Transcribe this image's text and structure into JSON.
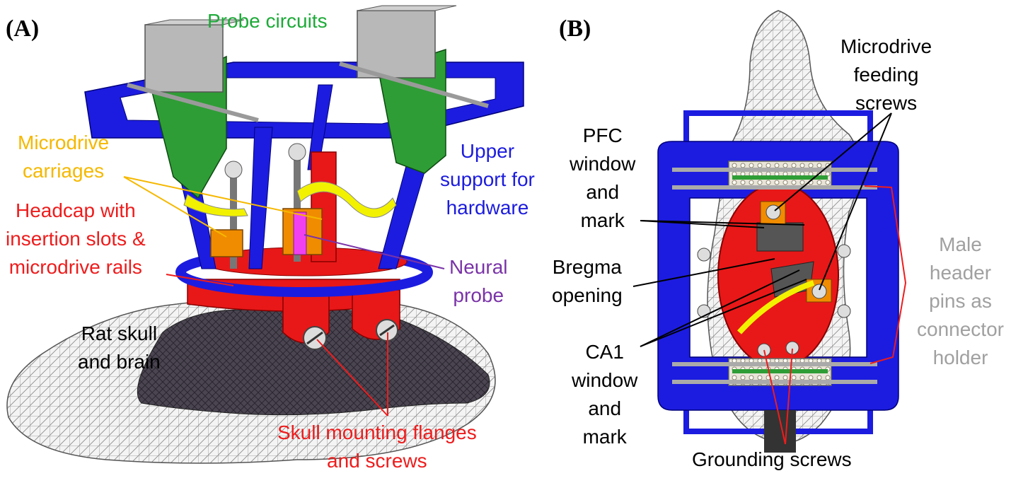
{
  "panels": [
    {
      "id": "A",
      "label": "(A)"
    },
    {
      "id": "B",
      "label": "(B)"
    }
  ],
  "colors": {
    "green": "#1daa38",
    "orange": "#f5b800",
    "blue": "#1c1cde",
    "red": "#ee1c1c",
    "purple": "#7a33a8",
    "black": "#000000",
    "gray": "#a0a0a0"
  },
  "labels_a": {
    "probe_circuits": "Probe circuits",
    "microdrive_carriages": [
      "Microdrive",
      "carriages"
    ],
    "upper_support": [
      "Upper",
      "support for",
      "hardware"
    ],
    "headcap": [
      "Headcap with",
      "insertion slots &",
      "microdrive rails"
    ],
    "neural_probe": [
      "Neural",
      "probe"
    ],
    "rat_skull": [
      "Rat skull",
      "and brain"
    ],
    "skull_flanges": [
      "Skull mounting flanges",
      "and screws"
    ]
  },
  "labels_b": {
    "feeding_screws": [
      "Microdrive",
      "feeding",
      "screws"
    ],
    "pfc_window": [
      "PFC",
      "window",
      "and",
      "mark"
    ],
    "bregma": [
      "Bregma",
      "opening"
    ],
    "ca1_window": [
      "CA1",
      "window",
      "and",
      "mark"
    ],
    "grounding_screws": "Grounding screws",
    "male_header": [
      "Male",
      "header",
      "pins as",
      "connector",
      "holder"
    ]
  }
}
